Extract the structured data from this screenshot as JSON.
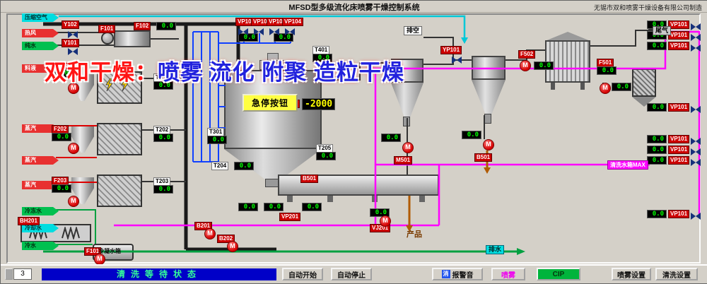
{
  "titlebar": {
    "title": "MFSD型多级流化床喷雾干燥控制系统",
    "manufacturer": "无锡市双和喷雾干燥设备有限公司制造"
  },
  "watermark": {
    "part1": "双和干燥：",
    "part2": "喷雾 流化 附聚 造粒干燥"
  },
  "pump_symbol": "M",
  "estop_label": "急停按钮",
  "colors": {
    "status_bg": "#0000c8",
    "status_text": "#33ff99",
    "cip_green": "#00b43c",
    "spray_magenta": "#ee00ee",
    "pipe_magenta": "#ff00ff",
    "pipe_green": "#00a040",
    "pipe_cyan": "#00c8d8",
    "pipe_blue": "#1040ff",
    "display_green": "#00ff00",
    "display_yellow": "#ffff00",
    "alarm_red": "#cc0000"
  },
  "inlets": [
    {
      "label": "压缩空气",
      "color": "#00dde0",
      "text": "#003030"
    },
    {
      "label": "热风",
      "color": "#e83030",
      "text": "#ffffff"
    },
    {
      "label": "纯水",
      "color": "#00c050",
      "text": "#003010"
    },
    {
      "label": "料液",
      "color": "#e83030",
      "text": "#ffffff"
    },
    {
      "label": "蒸汽",
      "color": "#e83030",
      "text": "#ffffff"
    },
    {
      "label": "蒸汽",
      "color": "#e83030",
      "text": "#ffffff"
    },
    {
      "label": "蒸汽",
      "color": "#e83030",
      "text": "#ffffff"
    },
    {
      "label": "冷冻水",
      "color": "#00c050",
      "text": "#003010"
    },
    {
      "label": "冷却水",
      "color": "#00dde0",
      "text": "#003030"
    },
    {
      "label": "冷水",
      "color": "#00c050",
      "text": "#003010"
    }
  ],
  "tags": {
    "f102": {
      "label": "F102",
      "value": "0.0"
    },
    "dvpa": {
      "value": "0.0"
    },
    "dvpb": {
      "value": "0.0"
    },
    "t401": {
      "label": "T401",
      "value": "0.0"
    },
    "t201": {
      "label": "T201",
      "value": "0.0"
    },
    "t202": {
      "label": "T202",
      "value": "0.0"
    },
    "t203": {
      "label": "T203",
      "value": "0.0"
    },
    "f201": {
      "label": "F201",
      "value": "0.0"
    },
    "f202": {
      "label": "F202",
      "value": "0.0"
    },
    "f203": {
      "label": "F203",
      "value": "0.0"
    },
    "t301": {
      "label": "T301",
      "value": "0.0"
    },
    "t204": {
      "label": "T204",
      "value": "0.0"
    },
    "t205": {
      "label": "T205",
      "value": "0.0"
    },
    "p501": {
      "label": "P501",
      "value": "-2000"
    },
    "dfb1": {
      "value": "0.0"
    },
    "dfb2": {
      "value": "0.0"
    },
    "dfb3": {
      "value": "0.0"
    },
    "m501": {
      "label": "M501",
      "value": "0.0"
    },
    "b501": {
      "label": "B501",
      "value": "0.0"
    },
    "f502": {
      "label": "F502",
      "value": "0.0"
    },
    "f501": {
      "label": "F501",
      "value": "0.0"
    },
    "df501b": {
      "value": "0.0"
    },
    "vj201": {
      "label": "VJ201",
      "value": "0.0"
    },
    "rc1": {
      "label": "VP101",
      "value": "0.0"
    },
    "rc2": {
      "label": "VP101",
      "value": "0.0"
    },
    "rc3": {
      "label": "VP101",
      "value": "0.0"
    },
    "rc4": {
      "label": "VP101",
      "value": "0.0"
    },
    "rc5": {
      "label": "VP101",
      "value": "0.0"
    },
    "rc6": {
      "label": "VP101",
      "value": "0.0"
    },
    "rc7": {
      "label": "VP101",
      "value": "0.0"
    },
    "rc8": {
      "label": "VP101",
      "value": "0.0"
    }
  },
  "labels": {
    "y102": "Y102",
    "y101": "Y101",
    "f101": "F101",
    "vp101t": "VP101",
    "vp102t": "VP102",
    "vp103t": "VP103",
    "vp104t": "VP104",
    "yp101": "YP101",
    "paikong": "排空",
    "weiqi": "尾气",
    "b501c": "B501",
    "vp201": "VP201",
    "bh201": "BH201",
    "f101b": "F101",
    "b201": "B201",
    "b202": "B202",
    "tank": "冷凝水箱",
    "product": "产品",
    "drain": "排水",
    "cipbox": "清洗水箱MAX"
  },
  "statusbar": {
    "indicator": "3",
    "status": "清洗等待状态"
  },
  "buttons": [
    {
      "label": "自动开始"
    },
    {
      "label": "自动停止"
    },
    {
      "label": "报警音",
      "icon_text": "消"
    },
    {
      "label": "喷雾"
    },
    {
      "label": "CIP"
    },
    {
      "label": "喷雾设置"
    },
    {
      "label": "清洗设置"
    }
  ]
}
